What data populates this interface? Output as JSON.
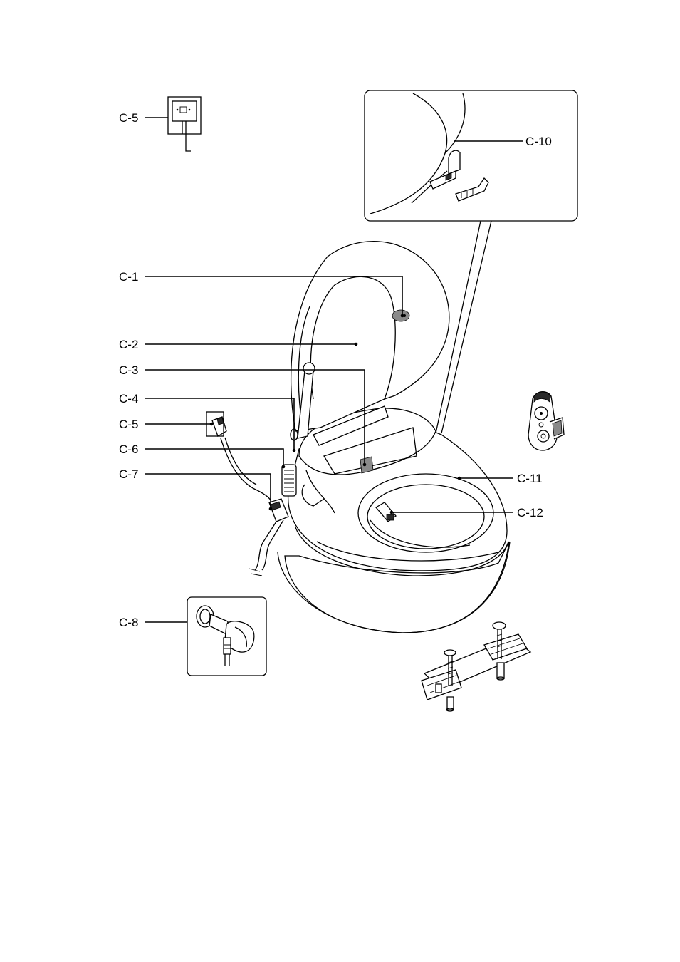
{
  "labels": {
    "c5_top": "C-5",
    "c10": "C-10",
    "c1": "C-1",
    "c2": "C-2",
    "c3": "C-3",
    "c4": "C-4",
    "c5": "C-5",
    "c6": "C-6",
    "c7": "C-7",
    "c11": "C-11",
    "c12": "C-12",
    "c8": "C-8"
  }
}
